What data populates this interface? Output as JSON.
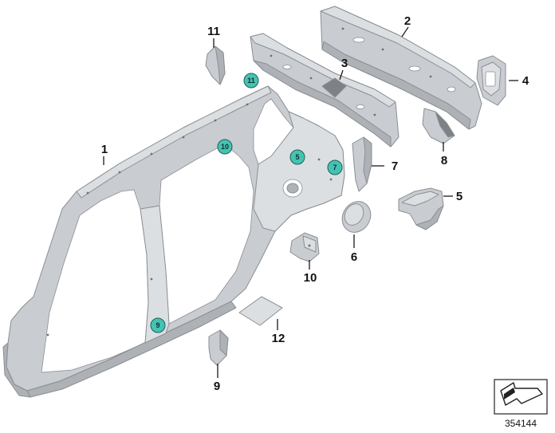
{
  "callouts": [
    {
      "label": "1"
    },
    {
      "label": "2"
    },
    {
      "label": "3"
    },
    {
      "label": "4"
    },
    {
      "label": "5"
    },
    {
      "label": "6"
    },
    {
      "label": "7"
    },
    {
      "label": "8"
    },
    {
      "label": "9"
    },
    {
      "label": "10"
    },
    {
      "label": "11"
    },
    {
      "label": "12"
    }
  ],
  "markers": [
    {
      "label": "11"
    },
    {
      "label": "10"
    },
    {
      "label": "5"
    },
    {
      "label": "7"
    },
    {
      "label": "9"
    }
  ],
  "colors": {
    "part_fill": "#c9ccd0",
    "part_outline": "#8b8f93",
    "marker_fill": "#45c3b2"
  },
  "doc_icon": "arrow-icon",
  "doc_number": "354144"
}
